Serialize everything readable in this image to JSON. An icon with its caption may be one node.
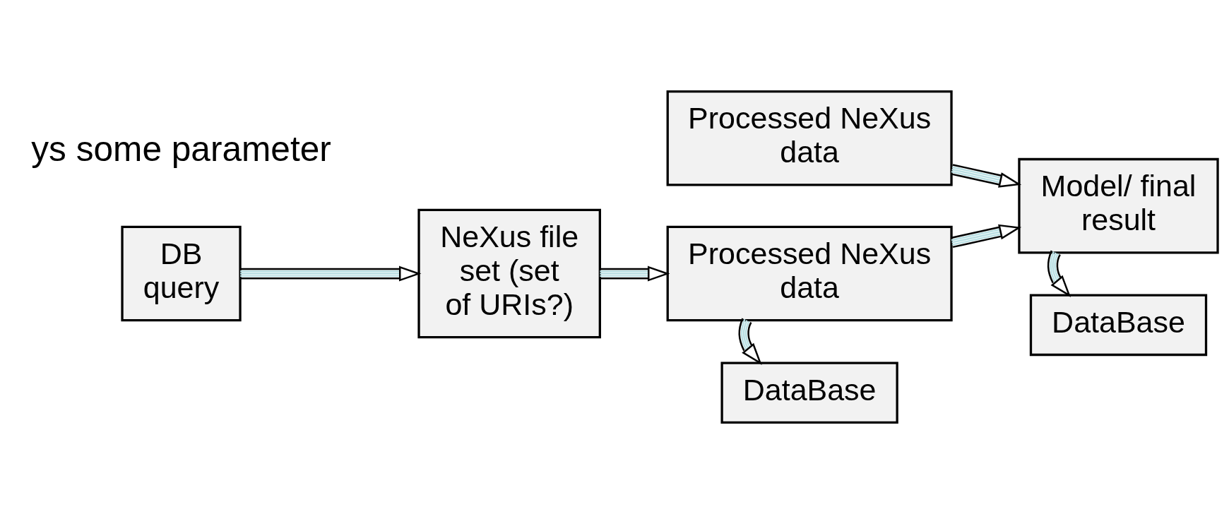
{
  "diagram": {
    "nodes": [
      {
        "text": [
          "DB query"
        ]
      },
      {
        "text": [
          "NeXus file set (set of URIs?)"
        ]
      },
      {
        "text": [
          "Processed NeXus data"
        ]
      },
      {
        "text": [
          "Processed NeXus data"
        ]
      },
      {
        "text": [
          "Model/ final result"
        ]
      },
      {
        "text": [
          "DataBase"
        ]
      },
      {
        "text": [
          "DataBase"
        ]
      }
    ],
    "edges": [
      {
        "from": 0,
        "to": 1,
        "arrow": "to"
      },
      {
        "from": 1,
        "to": 3,
        "arrow": "to"
      },
      {
        "from": 2,
        "to": 4,
        "arrow": "to"
      },
      {
        "from": 3,
        "to": 4,
        "arrow": "to"
      },
      {
        "from": 3,
        "to": 5,
        "arrow": "to"
      },
      {
        "from": 4,
        "to": 6,
        "arrow": "to"
      }
    ],
    "labels": [
      "ys some parameter"
    ]
  }
}
